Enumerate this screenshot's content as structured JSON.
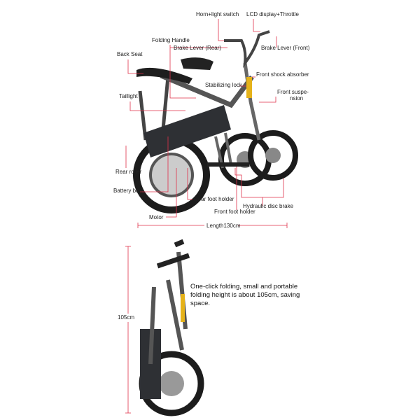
{
  "labels": {
    "horn": "Horn+light switch",
    "lcd": "LCD display+Throttle",
    "folding_handle": "Folding Handle",
    "brake_rear": "Brake Lever (Rear)",
    "brake_front": "Brake Lever (Front)",
    "back_seat": "Back Seat",
    "front_shock": "Front shock absorber",
    "stabilizing_lock": "Stabilizing lock",
    "front_susp_1": "Front suspe-",
    "front_susp_2": "nsion",
    "taillight": "Taillight",
    "rear_roller": "Rear roller",
    "battery_box": "Battery box",
    "rear_foot": "Rear foot holder",
    "hydraulic": "Hydraulic disc brake",
    "front_foot": "Front foot holder",
    "motor": "Motor",
    "length": "Length130cm",
    "height": "105cm"
  },
  "note": {
    "line1": "One-click folding, small and portable",
    "line2": "folding height is about 105cm, saving",
    "line3": "space."
  },
  "colors": {
    "leader": "#e0304a",
    "frame": "#4a4d52",
    "accent": "#e5b21a"
  }
}
